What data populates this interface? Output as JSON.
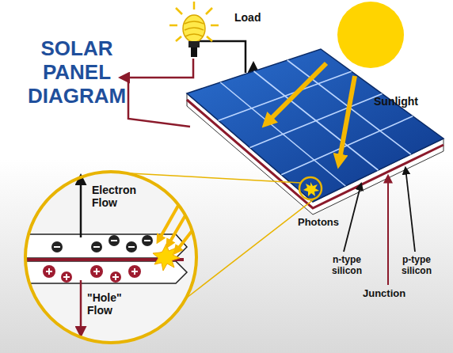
{
  "diagram": {
    "title": "SOLAR PANEL DIAGRAM",
    "labels": [
      "Load",
      "Sunlight",
      "Electron Flow",
      "\"Hole\" Flow",
      "Photons",
      "n-type silicon",
      "p-type silicon",
      "Junction"
    ]
  }
}
